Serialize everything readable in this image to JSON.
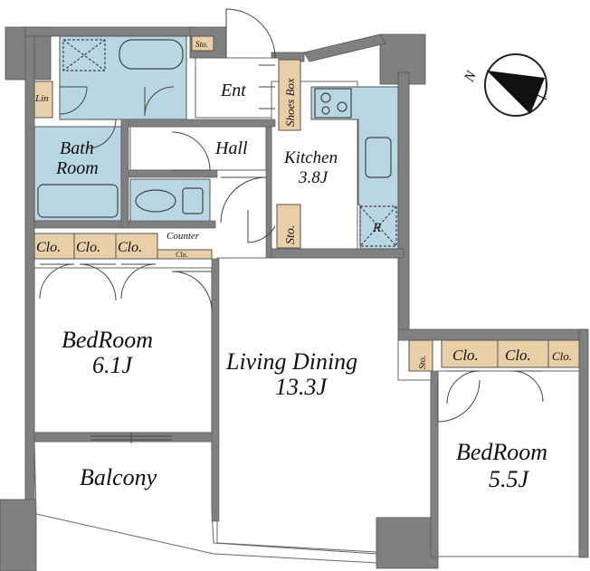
{
  "colors": {
    "wall": "#808080",
    "wet_area": "#b9d6e3",
    "closet": "#e8cfa8",
    "floor": "#ffffff",
    "line": "#555555"
  },
  "labels": {
    "ent": "Ent",
    "shoes_box": "Shoes Box",
    "sto_top": "Sto.",
    "lin": "Lin",
    "bath_room_line1": "Bath",
    "bath_room_line2": "Room",
    "hall": "Hall",
    "kitchen_name": "Kitchen",
    "kitchen_size": "3.8J",
    "refrigerator": "R",
    "sto_mid": "Sto.",
    "counter": "Counter",
    "clo_1": "Clo.",
    "clo_2": "Clo.",
    "clo_3": "Clo.",
    "clo_4": "Clo.",
    "bedroom1_name": "BedRoom",
    "bedroom1_size": "6.1J",
    "living_name": "Living Dining",
    "living_size": "13.3J",
    "sto_right": "Sto.",
    "clo_5": "Clo.",
    "clo_6": "Clo.",
    "clo_7": "Clo.",
    "bedroom2_name": "BedRoom",
    "bedroom2_size": "5.5J",
    "balcony": "Balcony",
    "compass_n": "N"
  }
}
